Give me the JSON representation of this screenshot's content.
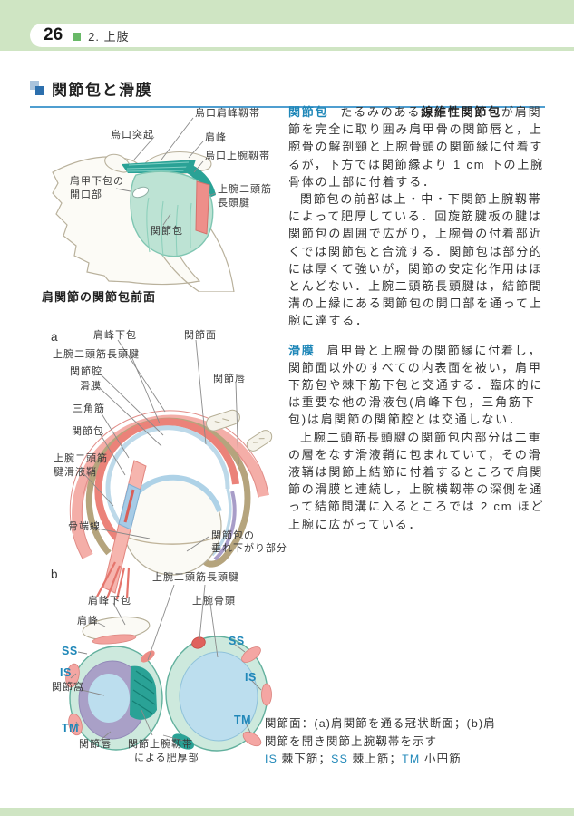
{
  "header": {
    "page_number": "26",
    "chapter": "2. 上肢"
  },
  "section": {
    "title": "関節包と滑膜"
  },
  "article": {
    "p1_lead": "関節包",
    "p1_a": "たるみのある",
    "p1_bold": "線維性関節包",
    "p1_b": "が肩関節を完全に取り囲み肩甲骨の関節唇と，上腕骨の解剖頸と上腕骨頭の関節縁に付着するが，下方では関節縁より 1 cm 下の上腕骨体の上部に付着する．",
    "p2": "関節包の前部は上・中・下関節上腕靱帯によって肥厚している．回旋筋腱板の腱は関節包の周囲で広がり，上腕骨の付着部近くでは関節包と合流する．関節包は部分的には厚くて強いが，関節の安定化作用はほとんどない．上腕二頭筋長頭腱は，結節間溝の上縁にある関節包の開口部を通って上腕に達する．",
    "p3_lead": "滑膜",
    "p3": "肩甲骨と上腕骨の関節縁に付着し，関節面以外のすべての内表面を被い，肩甲下筋包や棘下筋下包と交通する．臨床的には重要な他の滑液包(肩峰下包，三角筋下包)は肩関節の関節腔とは交通しない．",
    "p4": "上腕二頭筋長頭腱の関節包内部分は二重の層をなす滑液鞘に包まれていて，その滑液鞘は関節上結節に付着するところで肩関節の滑膜と連続し，上腕横靱帯の深側を通って結節間溝に入るところでは 2 cm ほど上腕に広がっている．"
  },
  "fig1": {
    "caption": "肩関節の関節包前面",
    "labels": {
      "coracoacromial_lig": "烏口肩峰靱帯",
      "coracoid": "烏口突起",
      "acromion": "肩峰",
      "coracohumeral_lig": "烏口上腕靱帯",
      "subscap_opening_1": "肩甲下包の",
      "subscap_opening_2": "開口部",
      "biceps_1": "上腕二頭筋",
      "biceps_2": "長頭腱",
      "capsule": "関節包"
    }
  },
  "figa": {
    "tag": "a",
    "labels": {
      "subacromial_bursa": "肩峰下包",
      "articular_surface": "関節面",
      "biceps_long_head": "上腕二頭筋長頭腱",
      "joint_cavity": "関節腔",
      "synovium": "滑膜",
      "labrum": "関節唇",
      "deltoid": "三角筋",
      "capsule": "関節包",
      "tendon_sheath_1": "上腕二頭筋",
      "tendon_sheath_2": "腱滑液鞘",
      "epiphyseal_line": "骨端線",
      "hanging_1": "関節包の",
      "hanging_2": "垂れ下がり部分"
    }
  },
  "figb": {
    "tag": "b",
    "labels": {
      "biceps_long_head": "上腕二頭筋長頭腱",
      "subacromial_bursa": "肩峰下包",
      "humeral_head": "上腕骨頭",
      "acromion": "肩峰",
      "ss": "SS",
      "is": "IS",
      "tm": "TM",
      "glenoid_fossa": "関節窩",
      "labrum": "関節唇",
      "thickening_1": "関節上腕靱帯",
      "thickening_2": "による肥厚部"
    }
  },
  "figcaption": {
    "line1": "関節面：(a)肩関節を通る冠状断面；(b)肩",
    "line2": "関節を開き関節上腕靱帯を示す",
    "is_abbr": "IS",
    "is_name": " 棘下筋；",
    "ss_abbr": "SS",
    "ss_name": " 棘上筋；",
    "tm_abbr": "TM",
    "tm_name": " 小円筋"
  },
  "colors": {
    "band_green": "#cfe5c3",
    "bullet_green": "#69b968",
    "accent_blue": "#1f87b8",
    "underline_blue": "#4f9ed0",
    "ligament_teal": "#2aa296",
    "tendon_pink": "#f2a29d",
    "capsule_mint": "#cde9dd",
    "cartilage_blue": "#bcdeee",
    "labrum_purple": "#a9a0c7"
  }
}
